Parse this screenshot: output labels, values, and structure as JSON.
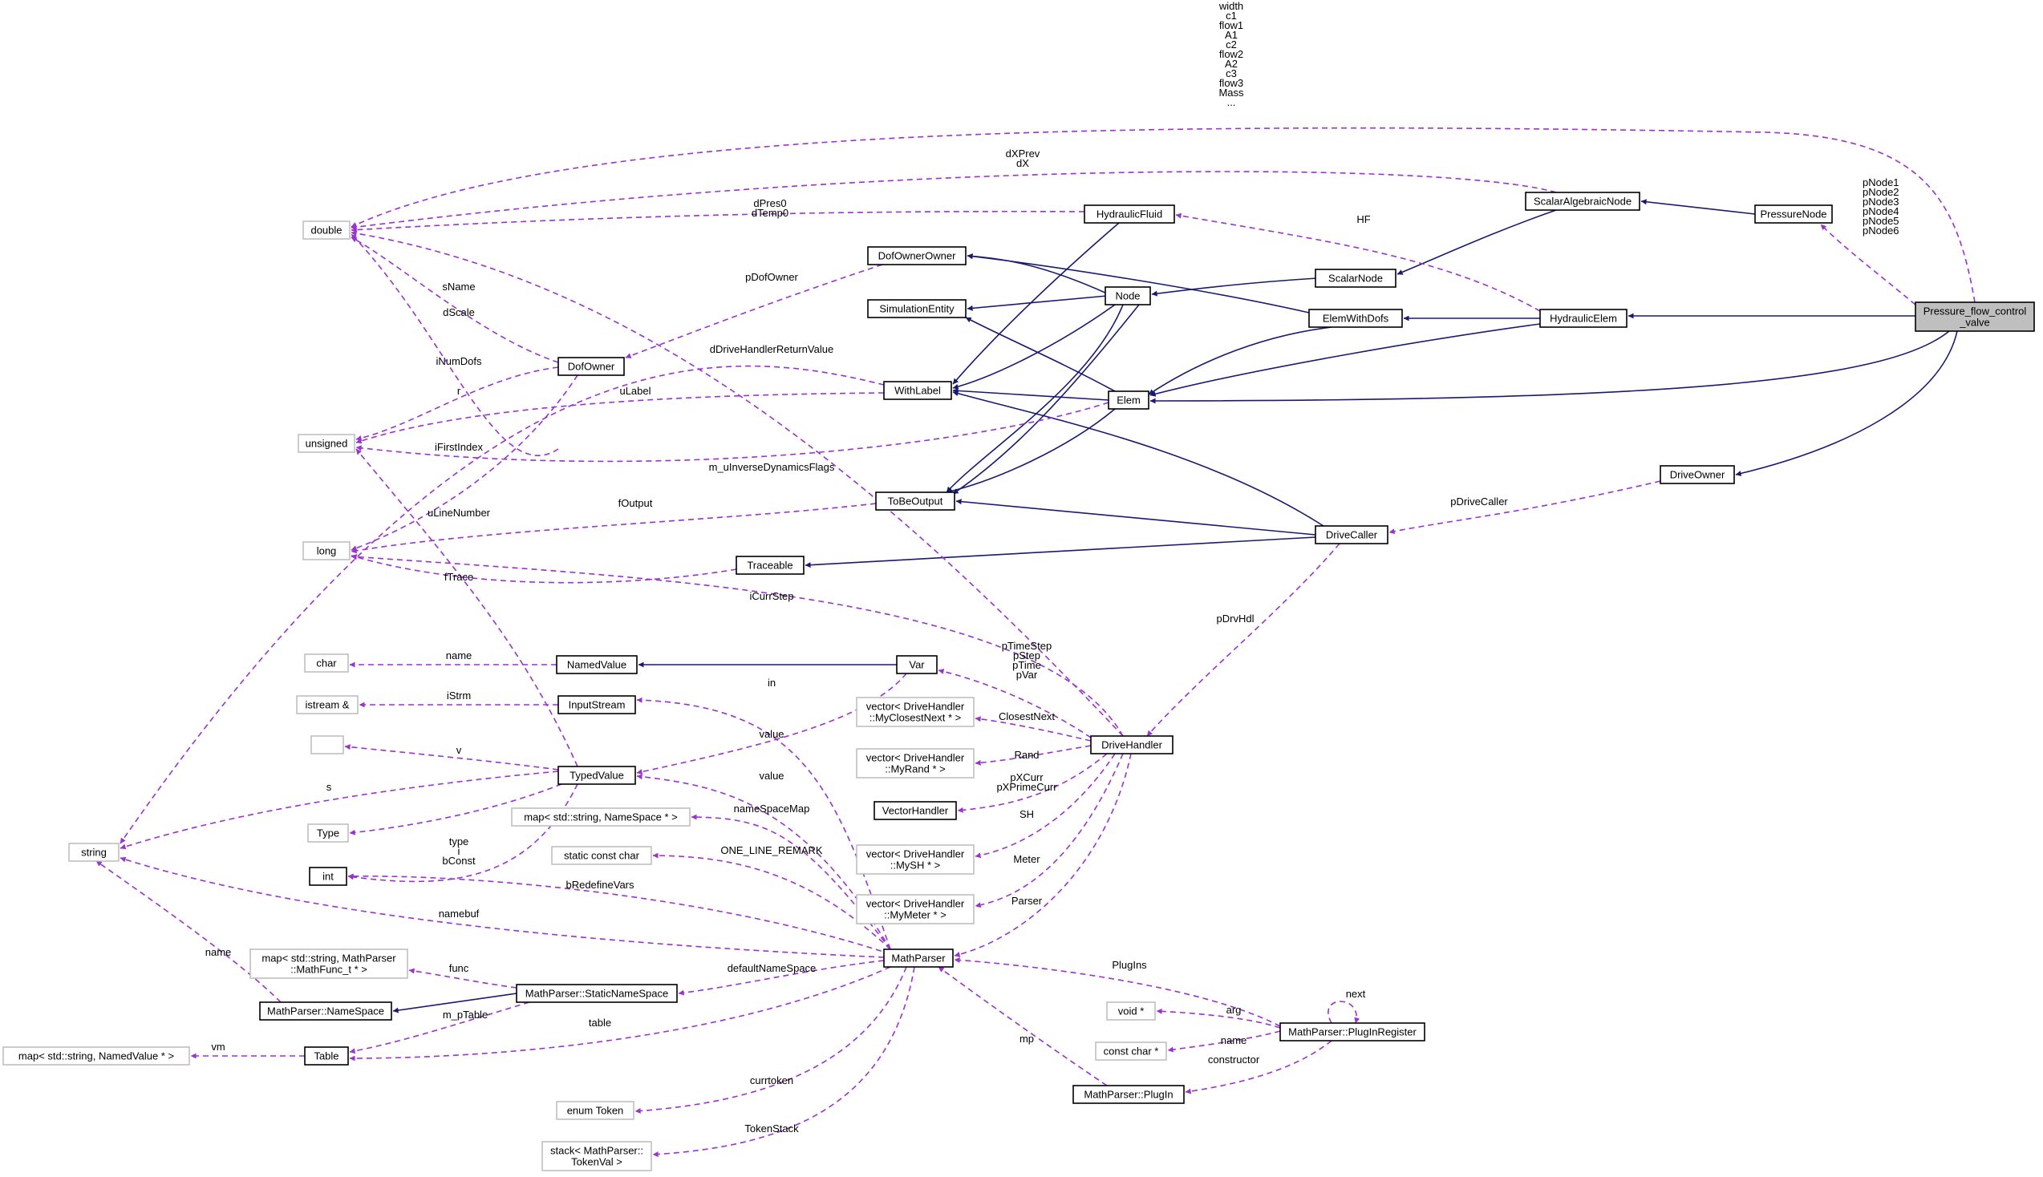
{
  "nodes": {
    "pressure_flow_control_valve": [
      "Pressure_flow_control",
      "_valve"
    ],
    "pressure_node": [
      "PressureNode"
    ],
    "hydraulic_elem": [
      "HydraulicElem"
    ],
    "scalar_algebraic_node": [
      "ScalarAlgebraicNode"
    ],
    "scalar_node": [
      "ScalarNode"
    ],
    "elem_with_dofs": [
      "ElemWithDofs"
    ],
    "drive_owner": [
      "DriveOwner"
    ],
    "hydraulic_fluid": [
      "HydraulicFluid"
    ],
    "dof_owner_owner": [
      "DofOwnerOwner"
    ],
    "simulation_entity": [
      "SimulationEntity"
    ],
    "node": [
      "Node"
    ],
    "elem": [
      "Elem"
    ],
    "with_label": [
      "WithLabel"
    ],
    "to_be_output": [
      "ToBeOutput"
    ],
    "drive_caller": [
      "DriveCaller"
    ],
    "traceable": [
      "Traceable"
    ],
    "dof_owner": [
      "DofOwner"
    ],
    "double": [
      "double"
    ],
    "unsigned": [
      "unsigned"
    ],
    "long": [
      "long"
    ],
    "char": [
      "char"
    ],
    "istream_ref": [
      "istream &"
    ],
    "empty_type": [
      ""
    ],
    "type": [
      "Type"
    ],
    "int": [
      "int"
    ],
    "string": [
      "string"
    ],
    "named_value": [
      "NamedValue"
    ],
    "var": [
      "Var"
    ],
    "input_stream": [
      "InputStream"
    ],
    "typed_value": [
      "TypedValue"
    ],
    "drive_handler": [
      "DriveHandler"
    ],
    "vec_closest_next": [
      "vector< DriveHandler",
      "::MyClosestNext * >"
    ],
    "vec_rand": [
      "vector< DriveHandler",
      "::MyRand * >"
    ],
    "vector_handler": [
      "VectorHandler"
    ],
    "vec_sh": [
      "vector< DriveHandler",
      "::MySH * >"
    ],
    "vec_meter": [
      "vector< DriveHandler",
      "::MyMeter * >"
    ],
    "map_namespace": [
      "map< std::string, NameSpace * >"
    ],
    "static_const_char": [
      "static const char"
    ],
    "math_parser": [
      "MathParser"
    ],
    "map_mathfunc": [
      "map< std::string, MathParser",
      "::MathFunc_t * >"
    ],
    "mp_namespace": [
      "MathParser::NameSpace"
    ],
    "mp_static_namespace": [
      "MathParser::StaticNameSpace"
    ],
    "map_namedvalue": [
      "map< std::string, NamedValue * >"
    ],
    "table": [
      "Table"
    ],
    "void_ptr": [
      "void *"
    ],
    "const_char_ptr": [
      "const char *"
    ],
    "plugin_register": [
      "MathParser::PlugInRegister"
    ],
    "plugin": [
      "MathParser::PlugIn"
    ],
    "enum_token": [
      "enum Token"
    ],
    "stack_tokenval": [
      "stack< MathParser::",
      "TokenVal >"
    ]
  },
  "edge_labels": {
    "valve_members": [
      "width",
      "c1",
      "flow1",
      "A1",
      "c2",
      "flow2",
      "A2",
      "c3",
      "flow3",
      "Mass",
      "..."
    ],
    "dxprev": [
      "dXPrev",
      "dX"
    ],
    "dpres": [
      "dPres0",
      "dTemp0"
    ],
    "pnodes": [
      "pNode1",
      "pNode2",
      "pNode3",
      "pNode4",
      "pNode5",
      "pNode6"
    ],
    "hf": [
      "HF"
    ],
    "pdofowner": [
      "pDofOwner"
    ],
    "sname": [
      "sName"
    ],
    "dscale": [
      "dScale"
    ],
    "inumdofs": [
      "iNumDofs"
    ],
    "ddrivehandler": [
      "dDriveHandlerReturnValue"
    ],
    "r": [
      "r"
    ],
    "ulabel": [
      "uLabel"
    ],
    "ifirstindex": [
      "iFirstIndex"
    ],
    "minverse": [
      "m_uInverseDynamicsFlags"
    ],
    "foutput": [
      "fOutput"
    ],
    "ulinenumber": [
      "uLineNumber"
    ],
    "ftrace": [
      "fTrace"
    ],
    "icurrstep": [
      "iCurrStep"
    ],
    "pdrivecaller": [
      "pDriveCaller"
    ],
    "pdrvhdl": [
      "pDrvHdl"
    ],
    "name_char": [
      "name"
    ],
    "ptimestep": [
      "pTimeStep",
      "pStep",
      "pTime",
      "pVar"
    ],
    "in": [
      "in"
    ],
    "istrm": [
      "iStrm"
    ],
    "closestnext": [
      "ClosestNext"
    ],
    "value_var": [
      "value"
    ],
    "v": [
      "v"
    ],
    "rand": [
      "Rand"
    ],
    "s": [
      "s"
    ],
    "value_mp": [
      "value"
    ],
    "pxcurr": [
      "pXCurr",
      "pXPrimeCurr"
    ],
    "namespacemap": [
      "nameSpaceMap"
    ],
    "type": [
      "type"
    ],
    "sh": [
      "SH"
    ],
    "i_bconst": [
      "i",
      "bConst"
    ],
    "one_line": [
      "ONE_LINE_REMARK"
    ],
    "meter": [
      "Meter"
    ],
    "bredefine": [
      "bRedefineVars"
    ],
    "parser": [
      "Parser"
    ],
    "namebuf": [
      "namebuf"
    ],
    "name_ns": [
      "name"
    ],
    "func": [
      "func"
    ],
    "defaultns": [
      "defaultNameSpace"
    ],
    "plugins": [
      "PlugIns"
    ],
    "next": [
      "next"
    ],
    "m_ptable": [
      "m_pTable"
    ],
    "vm": [
      "vm"
    ],
    "table": [
      "table"
    ],
    "arg": [
      "arg"
    ],
    "mp": [
      "mp"
    ],
    "name_plug": [
      "name"
    ],
    "constructor": [
      "constructor"
    ],
    "currtoken": [
      "currtoken"
    ],
    "tokenstack": [
      "TokenStack"
    ]
  },
  "colors": {
    "inheritance": "#191970",
    "usage": "#9a32cd",
    "focus_fill": "#bfbfbf",
    "weak_border": "#c0c0c0"
  }
}
